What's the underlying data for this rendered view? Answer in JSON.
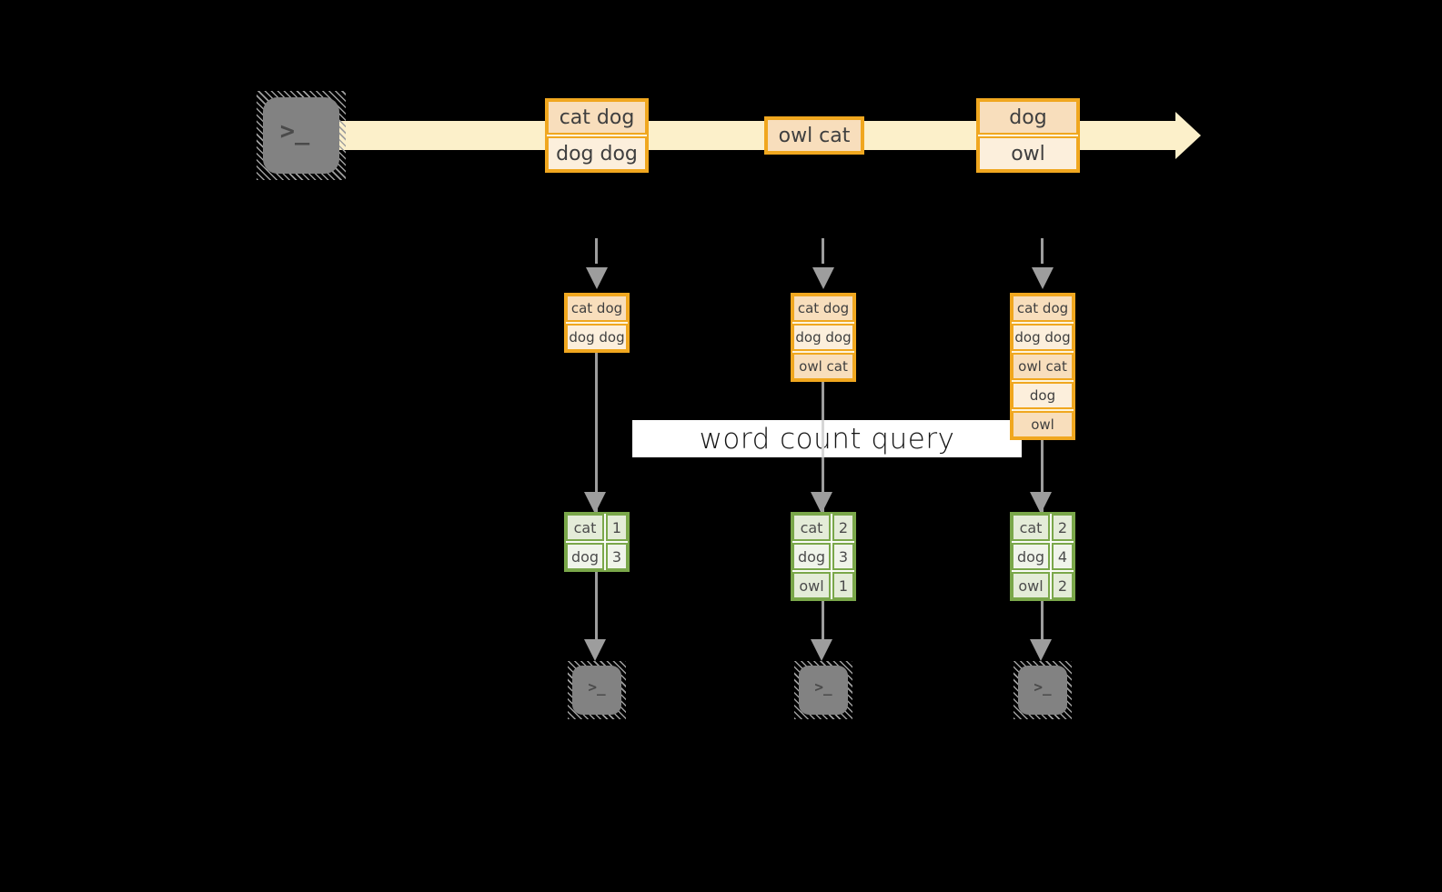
{
  "query": {
    "label": "word count query"
  },
  "icons": {
    "terminal_glyph": ">_"
  },
  "stream": {
    "events": [
      {
        "cells": [
          "cat dog",
          "dog dog"
        ]
      },
      {
        "cells": [
          "owl cat"
        ]
      },
      {
        "cells": [
          "dog",
          "owl"
        ]
      }
    ]
  },
  "columns": [
    {
      "buffer": [
        "cat dog",
        "dog dog"
      ],
      "counts": [
        {
          "word": "cat",
          "count": "1"
        },
        {
          "word": "dog",
          "count": "3"
        }
      ]
    },
    {
      "buffer": [
        "cat dog",
        "dog dog",
        "owl cat"
      ],
      "counts": [
        {
          "word": "cat",
          "count": "2"
        },
        {
          "word": "dog",
          "count": "3"
        },
        {
          "word": "owl",
          "count": "1"
        }
      ]
    },
    {
      "buffer": [
        "cat dog",
        "dog dog",
        "owl cat",
        "dog",
        "owl"
      ],
      "counts": [
        {
          "word": "cat",
          "count": "2"
        },
        {
          "word": "dog",
          "count": "4"
        },
        {
          "word": "owl",
          "count": "2"
        }
      ]
    }
  ],
  "colors": {
    "background": "#000000",
    "stream_fill": "#fcf0ca",
    "event_border": "#f0a71f",
    "event_peach": "#f8debc",
    "event_cream": "#fcefdc",
    "table_border": "#7aa74a",
    "table_row_dark": "#e4ecd8",
    "table_row_light": "#f0f4ea",
    "arrow_gray": "#9d9d9d",
    "query_band": "#ffffff"
  }
}
